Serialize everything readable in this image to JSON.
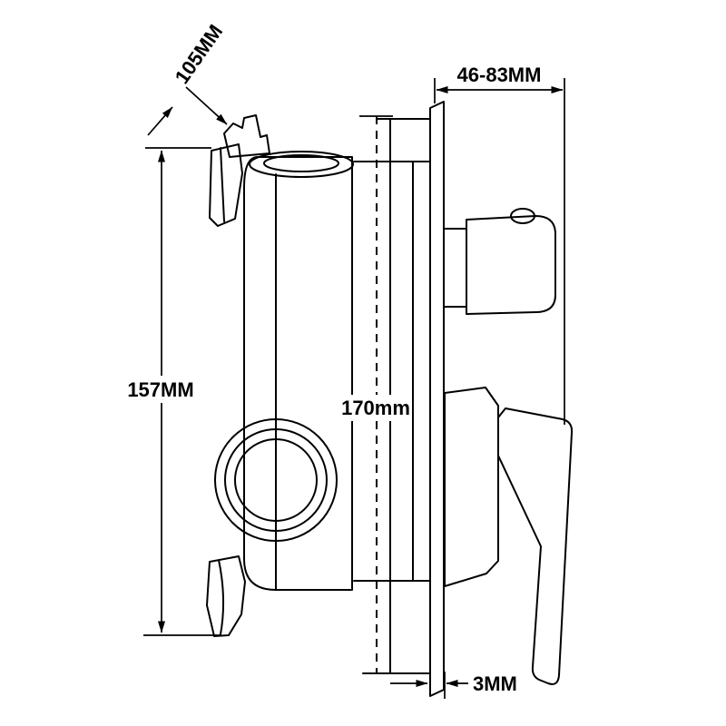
{
  "colors": {
    "ink": "#000000",
    "background": "#ffffff"
  },
  "diagram": {
    "type": "technical-dimension-drawing",
    "dimensions": {
      "diagonal": {
        "label": "105MM"
      },
      "depth": {
        "label": "46-83MM"
      },
      "height_left": {
        "label": "157MM"
      },
      "height_center": {
        "label": "170mm"
      },
      "plate_thickness": {
        "label": "3MM"
      }
    }
  }
}
